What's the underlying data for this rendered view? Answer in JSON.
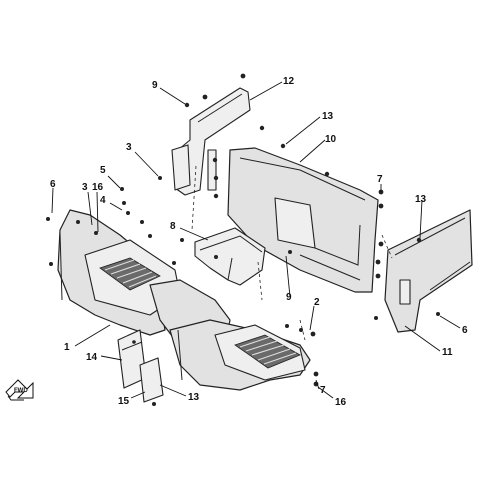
{
  "callouts": {
    "c1": "1",
    "c2": "2",
    "c3a": "3",
    "c3b": "3",
    "c4": "4",
    "c5": "5",
    "c6a": "6",
    "c6b": "6",
    "c7a": "7",
    "c7b": "7",
    "c8": "8",
    "c9a": "9",
    "c9b": "9",
    "c10": "10",
    "c11": "11",
    "c12": "12",
    "c13a": "13",
    "c13b": "13",
    "c13c": "13",
    "c14": "14",
    "c15": "15",
    "c16a": "16",
    "c16b": "16"
  },
  "direction_arrow": {
    "label": "FWD",
    "icon": "fwd-arrow-icon"
  }
}
